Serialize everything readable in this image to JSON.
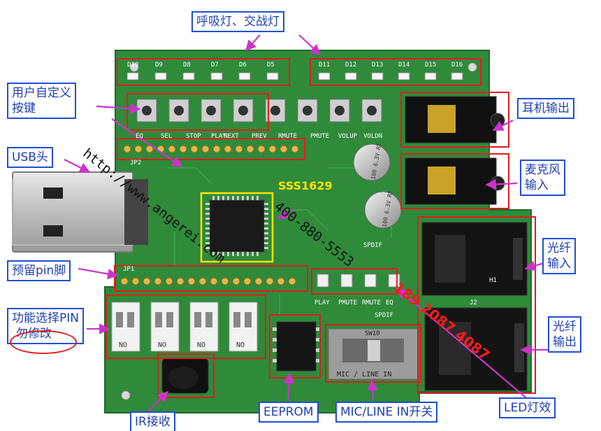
{
  "callouts": {
    "breathing_led": "呼吸灯、交战灯",
    "custom_keys_line1": "用户自定义",
    "custom_keys_line2": "按键",
    "usb_head": "USB头",
    "headphone_out": "耳机输出",
    "mic_in_line1": "麦克风",
    "mic_in_line2": "输入",
    "reserved_pin": "预留pin脚",
    "optical_in_line1": "光纤",
    "optical_in_line2": "输入",
    "optical_out_line1": "光纤",
    "optical_out_line2": "输出",
    "func_select_line1": "功能选择PIN",
    "func_select_line2": "勿修改",
    "ir_receive": "IR接收",
    "eeprom": "EEPROM",
    "mic_line_switch": "MIC/LINE IN开关",
    "led_effect": "LED灯效"
  },
  "board": {
    "chip_label": "SSS1629",
    "led_labels_left": [
      "D10",
      "D9",
      "D8",
      "D7",
      "D6",
      "D5"
    ],
    "led_labels_right": [
      "D11",
      "D12",
      "D13",
      "D14",
      "D15",
      "D16"
    ],
    "key_labels": [
      "EQ",
      "SEL",
      "STOP",
      "PLAY",
      "NEXT",
      "PREV",
      "RMUTE",
      "PMUTE",
      "VOLUP",
      "VOLDN"
    ],
    "header_top": "JP2",
    "header_bottom": "JP1",
    "cap_text": "100 6.3V RT",
    "status_leds": [
      "PLAY",
      "PMUTE",
      "RMUTE",
      "EQ"
    ],
    "spdif_top": "SPDIF",
    "spdif_bottom": "SPDIF",
    "switch_label": "MIC / LINE IN",
    "switch_ref": "SW10",
    "dip_label": "NO",
    "j2": "J2",
    "h1": "H1"
  },
  "watermarks": {
    "url": "http://www.angerei.com",
    "phone": "400-880-5553",
    "mobile": "189 2087 4087"
  },
  "colors": {
    "pcb": "#2f8a3a",
    "callout_border": "#1f4fd6",
    "callout_text": "#1f3fb0",
    "highlight_red": "#e21c1c",
    "arrow": "#cc33cc",
    "chip_box": "#ffe400"
  }
}
